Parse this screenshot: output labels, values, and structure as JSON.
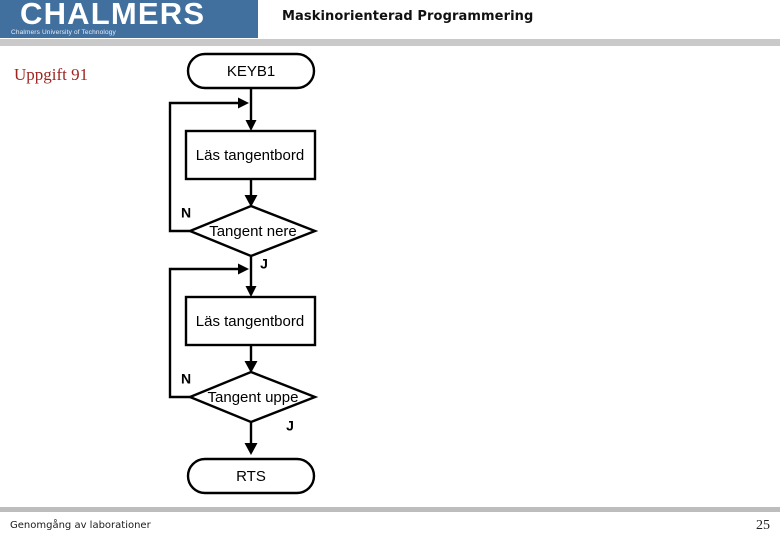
{
  "header": {
    "logo_wordmark": "CHALMERS",
    "logo_tagline": "Chalmers University of Technology",
    "course_title": "Maskinorienterad Programmering",
    "brand_color": "#41709f"
  },
  "slide": {
    "title": "Uppgift 91",
    "title_color": "#9e2420"
  },
  "footer": {
    "note": "Genomgång av laborationer",
    "page_number": "25"
  },
  "flowchart": {
    "nodes": {
      "start": "KEYB1",
      "read1": "Läs tangentbord",
      "decision1": "Tangent nere",
      "read2": "Läs tangentbord",
      "decision2": "Tangent uppe",
      "end": "RTS"
    },
    "branches": {
      "d1_no": "N",
      "d1_yes": "J",
      "d2_no": "N",
      "d2_yes": "J"
    }
  }
}
